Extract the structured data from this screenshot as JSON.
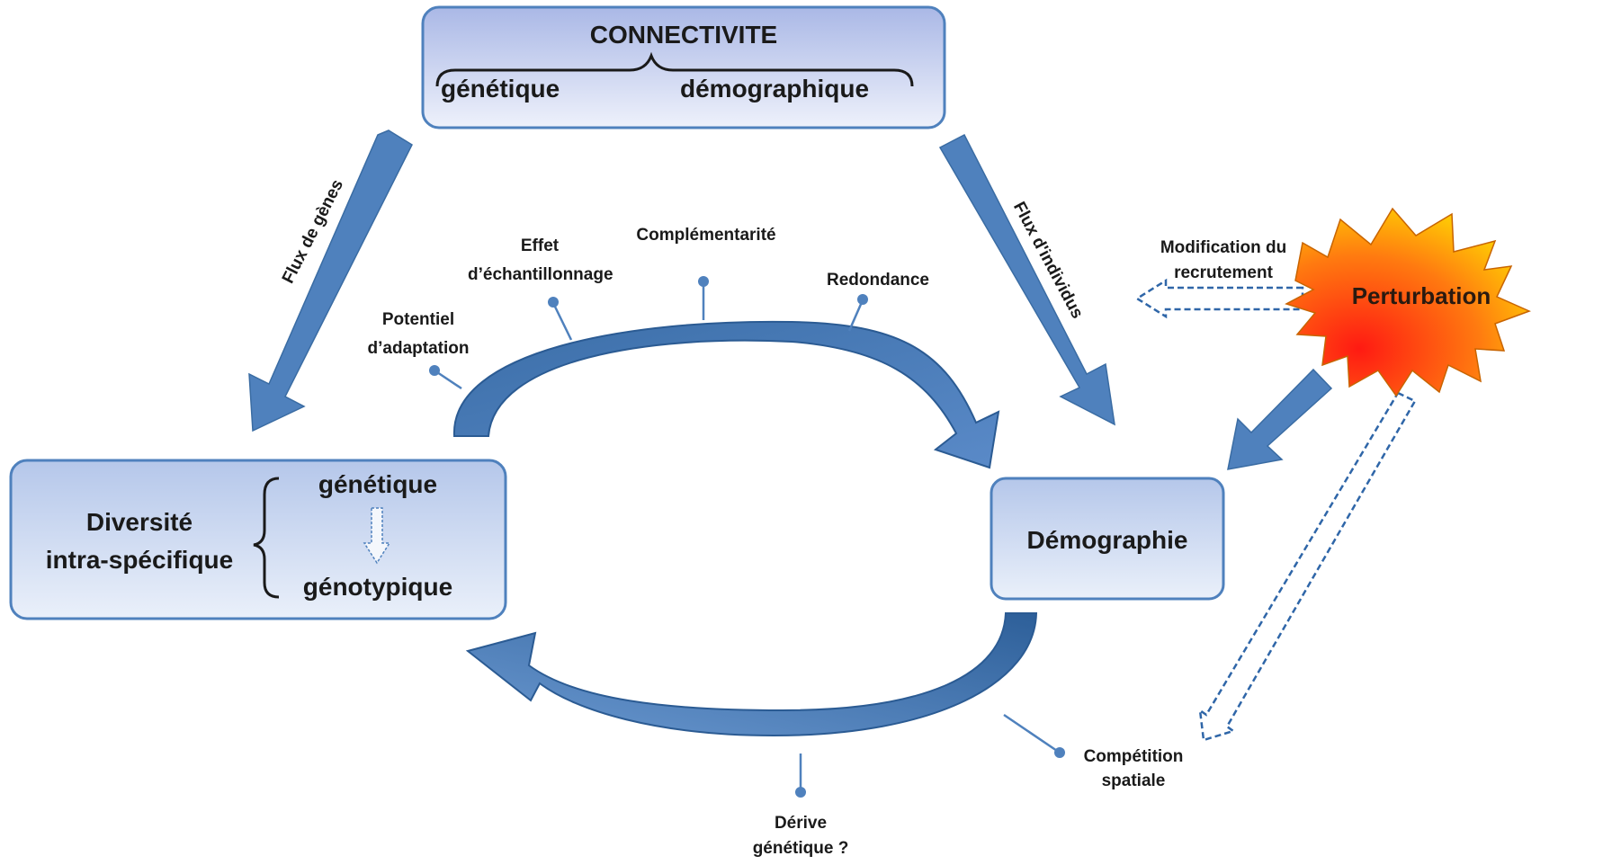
{
  "connectivite": {
    "title": "CONNECTIVITE",
    "left": "génétique",
    "right": "démographique"
  },
  "diversite": {
    "title_line1": "Diversité",
    "title_line2": "intra-spécifique",
    "top": "génétique",
    "bottom": "génotypique"
  },
  "demographie": {
    "title": "Démographie"
  },
  "perturbation": {
    "title": "Perturbation"
  },
  "arrows": {
    "flux_genes": "Flux de gènes",
    "flux_individus": "Flux d'individus",
    "modification_line1": "Modification du",
    "modification_line2": "recrutement"
  },
  "mechanisms": {
    "potentiel_line1": "Potentiel",
    "potentiel_line2": "d’adaptation",
    "effet_line1": "Effet",
    "effet_line2": "d’échantillonnage",
    "complementarite": "Complémentarité",
    "redondance": "Redondance",
    "competition_line1": "Compétition",
    "competition_line2": "spatiale",
    "derive_line1": "Dérive",
    "derive_line2": "génétique ?"
  },
  "colors": {
    "arrow_fill": "#4f81bd",
    "arrow_dark": "#2b5b93",
    "box_border": "#4f81bd",
    "box_top": "#f0f3fb",
    "box_bottom": "#aebde6",
    "burst_red": "#ff2a12",
    "burst_yellow": "#ffe400"
  }
}
